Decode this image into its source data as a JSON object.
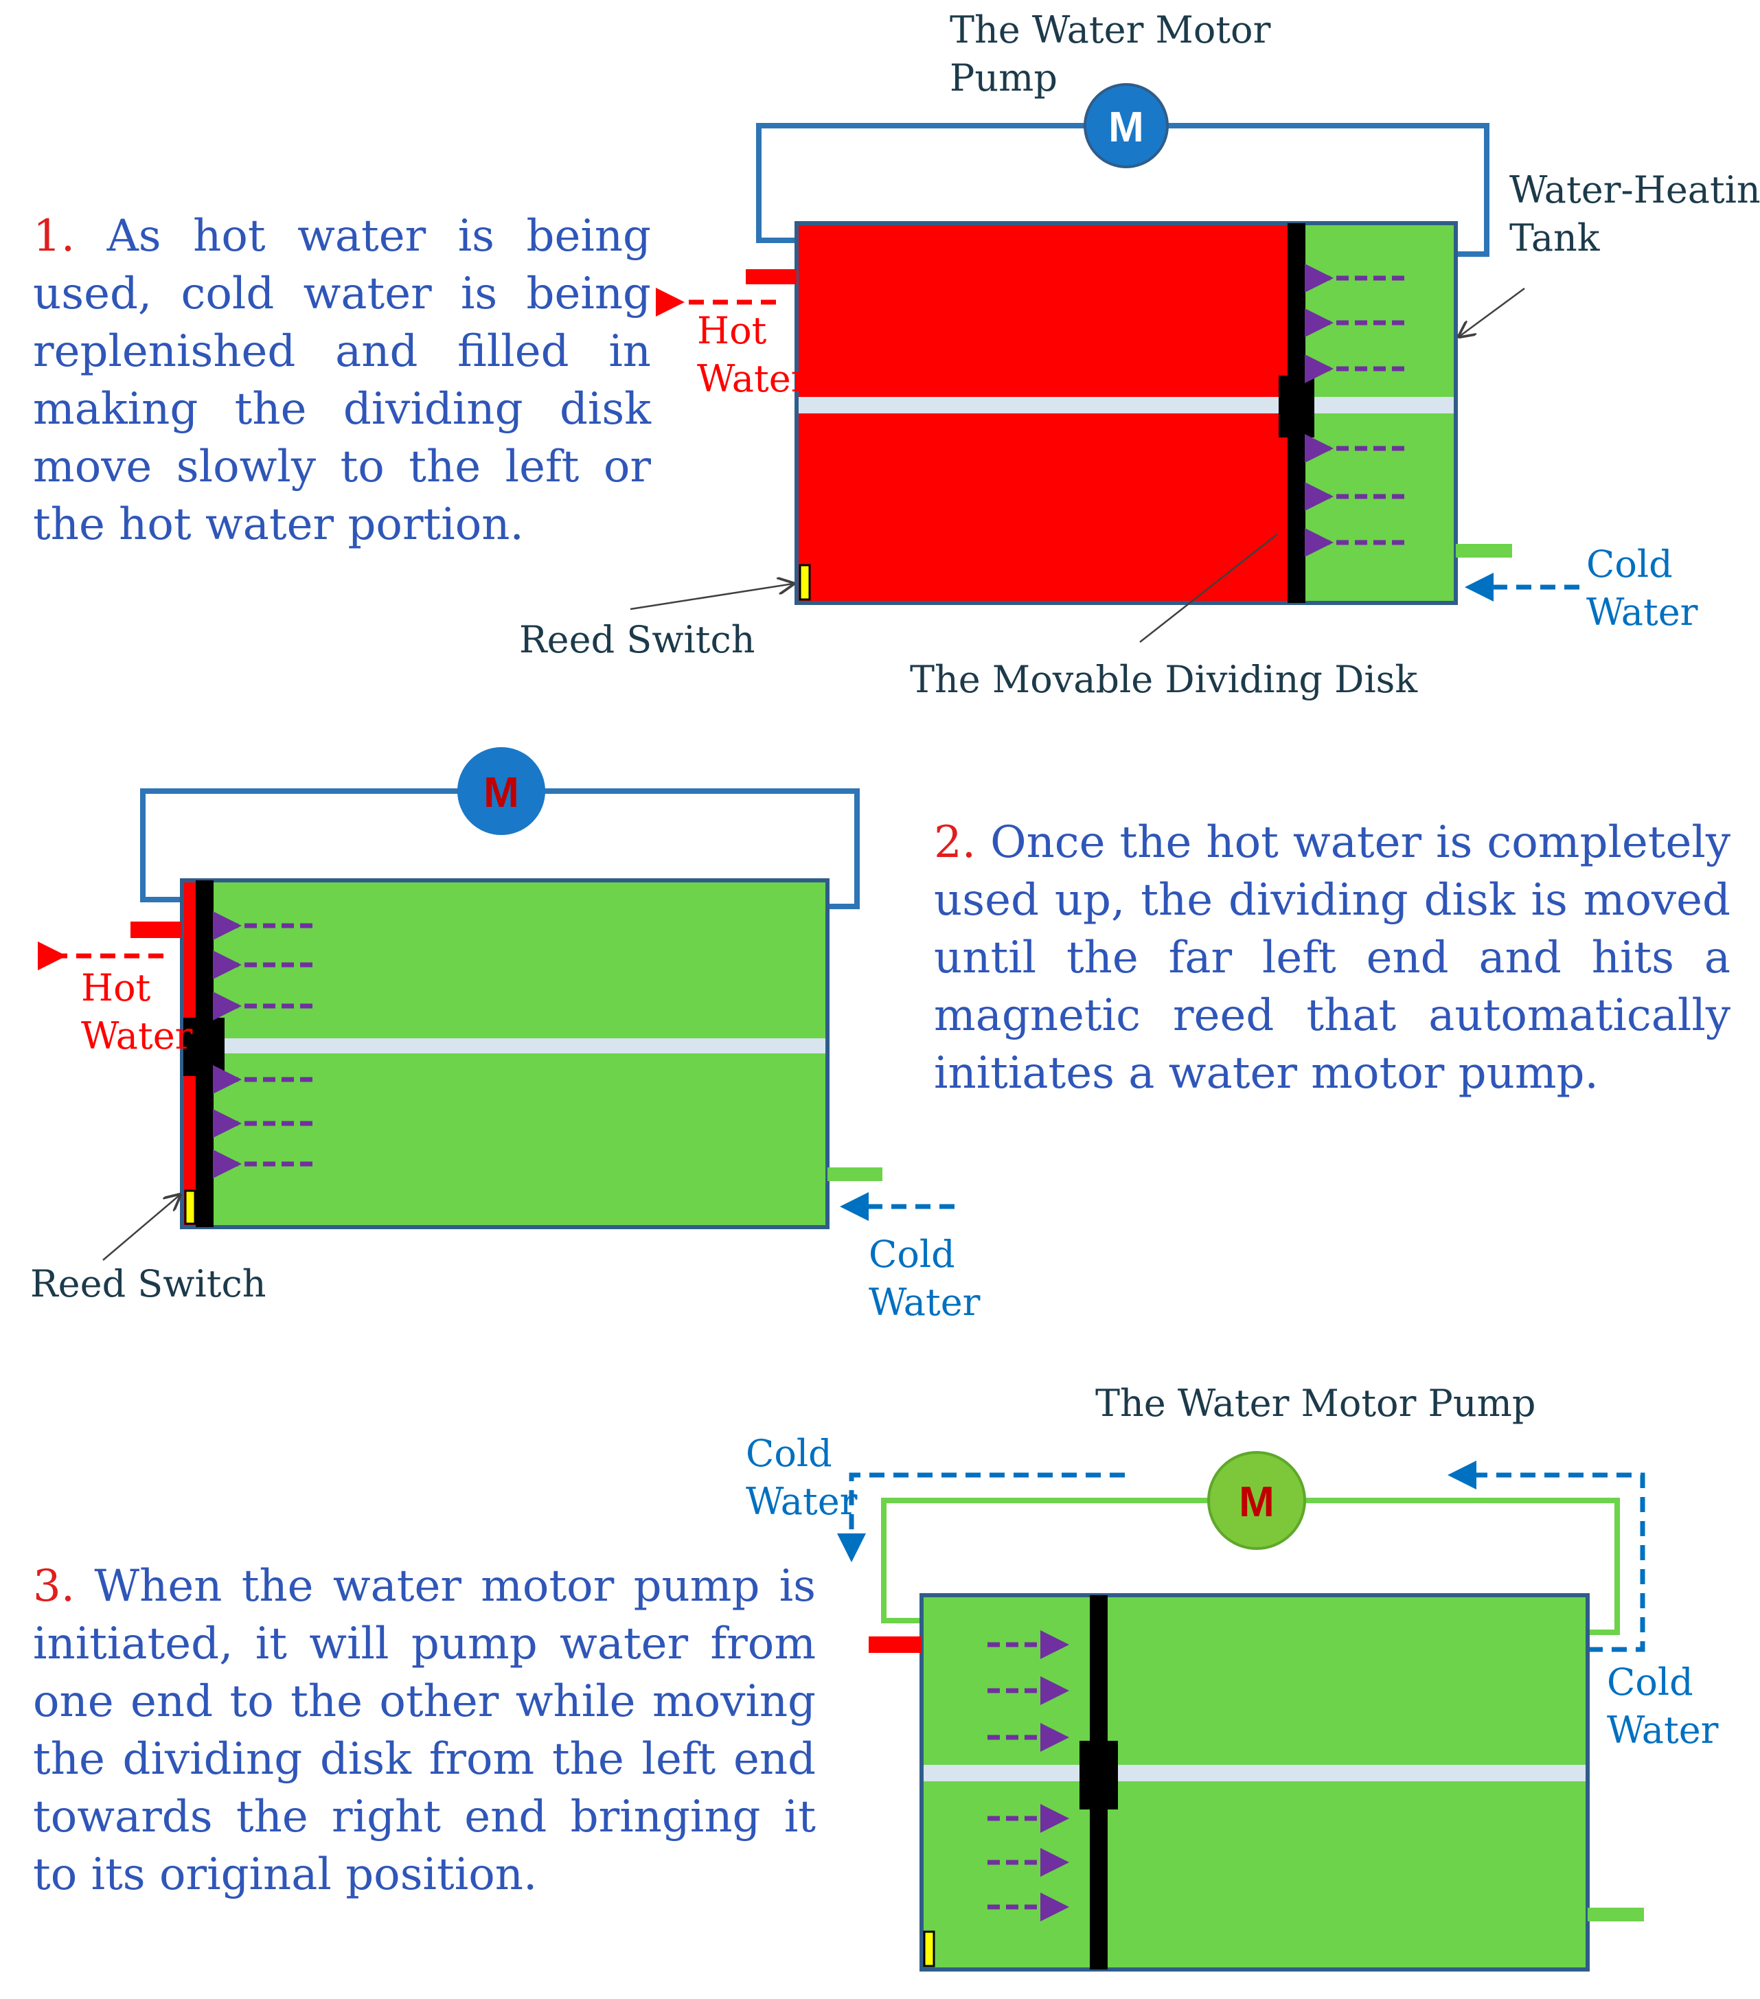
{
  "colors": {
    "hot": "#ff0000",
    "cold": "#6cd34a",
    "tank_border": "#2f5d8a",
    "pipe_blue": "#2e75b6",
    "pipe_green": "#6cd34a",
    "motor_blue": "#1a78c8",
    "motor_green": "#7cc83a",
    "disk": "#000000",
    "arrow_purple": "#7030a0",
    "hot_arrow": "#ff0000",
    "cold_arrow": "#0070c0",
    "reed": "#ffff00",
    "divider": "#d8e4ee"
  },
  "panel1": {
    "motor_label": "M",
    "motor_pump_label_line1": "The Water Motor",
    "motor_pump_label_line2": "Pump",
    "tank_label_line1": "Water-Heating",
    "tank_label_line2": "Tank",
    "hot_label_line1": "Hot",
    "hot_label_line2": "Water",
    "cold_label_line1": "Cold",
    "cold_label_line2": "Water",
    "reed_label": "Reed Switch",
    "disk_label": "The Movable Dividing Disk",
    "step_number": "1.",
    "step_text": "As hot water is being used, cold water is being replenished and filled in making the dividing disk move slowly to the left or the hot water portion."
  },
  "panel2": {
    "motor_label": "M",
    "hot_label_line1": "Hot",
    "hot_label_line2": "Water",
    "cold_label_line1": "Cold",
    "cold_label_line2": "Water",
    "reed_label": "Reed Switch",
    "step_number": "2.",
    "step_text": "Once the hot water is completely used up, the dividing disk is moved until the far left end and hits a magnetic reed that automatically initiates a water motor pump."
  },
  "panel3": {
    "motor_label": "M",
    "motor_pump_label": "The Water Motor Pump",
    "cold_left_line1": "Cold",
    "cold_left_line2": "Water",
    "cold_right_line1": "Cold",
    "cold_right_line2": "Water",
    "step_number": "3.",
    "step_text": "When the water motor pump is initiated, it will pump water from one end to the other while moving the dividing disk from the left end towards the right end bringing it to its original position."
  }
}
